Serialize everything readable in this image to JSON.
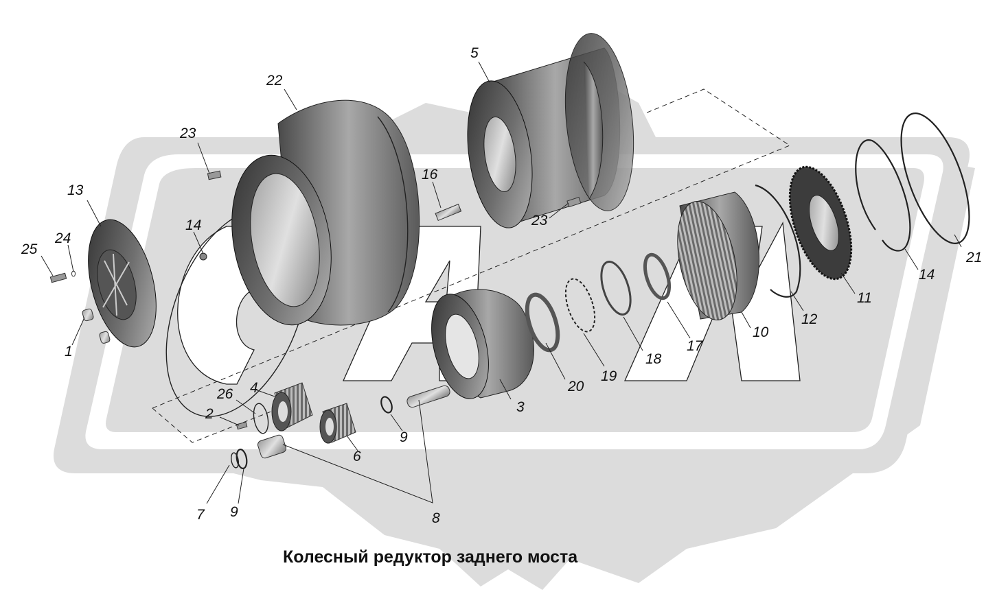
{
  "title": "Колесный редуктор заднего моста",
  "watermark": {
    "kind": "gear-logo",
    "color": "#dcdcdc"
  },
  "colors": {
    "part_dark": "#3a3a3a",
    "part_mid": "#8a8a8a",
    "part_light": "#c8c8c8",
    "watermark": "#dcdcdc",
    "line": "#222222"
  },
  "parts": [
    {
      "id": "p1",
      "label": "1"
    },
    {
      "id": "p2",
      "label": "2"
    },
    {
      "id": "p3",
      "label": "3"
    },
    {
      "id": "p4",
      "label": "4"
    },
    {
      "id": "p5",
      "label": "5"
    },
    {
      "id": "p6",
      "label": "6"
    },
    {
      "id": "p7",
      "label": "7"
    },
    {
      "id": "p8",
      "label": "8"
    },
    {
      "id": "p9a",
      "label": "9"
    },
    {
      "id": "p9b",
      "label": "9"
    },
    {
      "id": "p10",
      "label": "10"
    },
    {
      "id": "p11",
      "label": "11"
    },
    {
      "id": "p12",
      "label": "12"
    },
    {
      "id": "p13",
      "label": "13"
    },
    {
      "id": "p14a",
      "label": "14"
    },
    {
      "id": "p14b",
      "label": "14"
    },
    {
      "id": "p16",
      "label": "16"
    },
    {
      "id": "p17",
      "label": "17"
    },
    {
      "id": "p18",
      "label": "18"
    },
    {
      "id": "p19",
      "label": "19"
    },
    {
      "id": "p20",
      "label": "20"
    },
    {
      "id": "p21",
      "label": "21"
    },
    {
      "id": "p22",
      "label": "22"
    },
    {
      "id": "p23a",
      "label": "23"
    },
    {
      "id": "p23b",
      "label": "23"
    },
    {
      "id": "p24",
      "label": "24"
    },
    {
      "id": "p25",
      "label": "25"
    },
    {
      "id": "p26",
      "label": "26"
    }
  ]
}
